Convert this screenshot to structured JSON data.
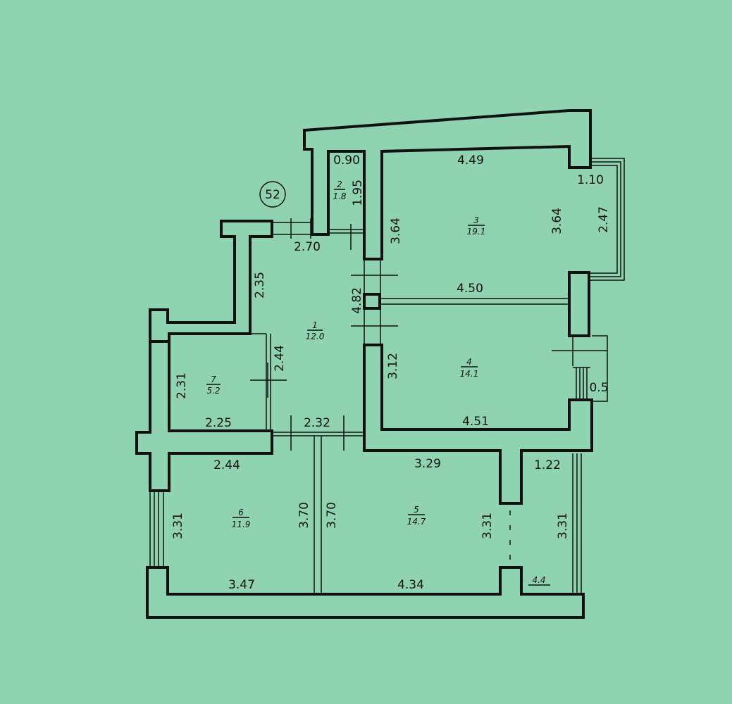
{
  "apartment": {
    "number": "52"
  },
  "rooms": [
    {
      "id": "1",
      "area": "12.0"
    },
    {
      "id": "2",
      "area": "1.8"
    },
    {
      "id": "3",
      "area": "19.1"
    },
    {
      "id": "4",
      "area": "14.1"
    },
    {
      "id": "5",
      "area": "14.7"
    },
    {
      "id": "6",
      "area": "11.9"
    },
    {
      "id": "7",
      "area": "5.2"
    }
  ],
  "balcony": {
    "area": "4.4"
  },
  "dimensions": {
    "r2_width": "0.90",
    "r2_height": "1.95",
    "r3_top": "4.49",
    "r3_left": "3.64",
    "r3_right": "3.64",
    "bal1_top": "1.10",
    "bal1_side": "2.47",
    "r4_top": "4.50",
    "r4_left": "3.12",
    "r4_bottom": "4.51",
    "r4_window": "0.5",
    "r1_top": "2.70",
    "r1_left": "2.35",
    "r1_right": "4.82",
    "r1_lower": "2.44",
    "r1_bottom": "2.32",
    "r7_left": "2.31",
    "r7_bottom": "2.25",
    "r6_top": "2.44",
    "r6_left": "3.31",
    "r6_right": "3.70",
    "r6_bottom": "3.47",
    "r5_left": "3.70",
    "r5_top": "3.29",
    "r5_right": "3.31",
    "r5_bottom": "4.34",
    "bal2_top": "1.22",
    "bal2_side": "3.31"
  }
}
